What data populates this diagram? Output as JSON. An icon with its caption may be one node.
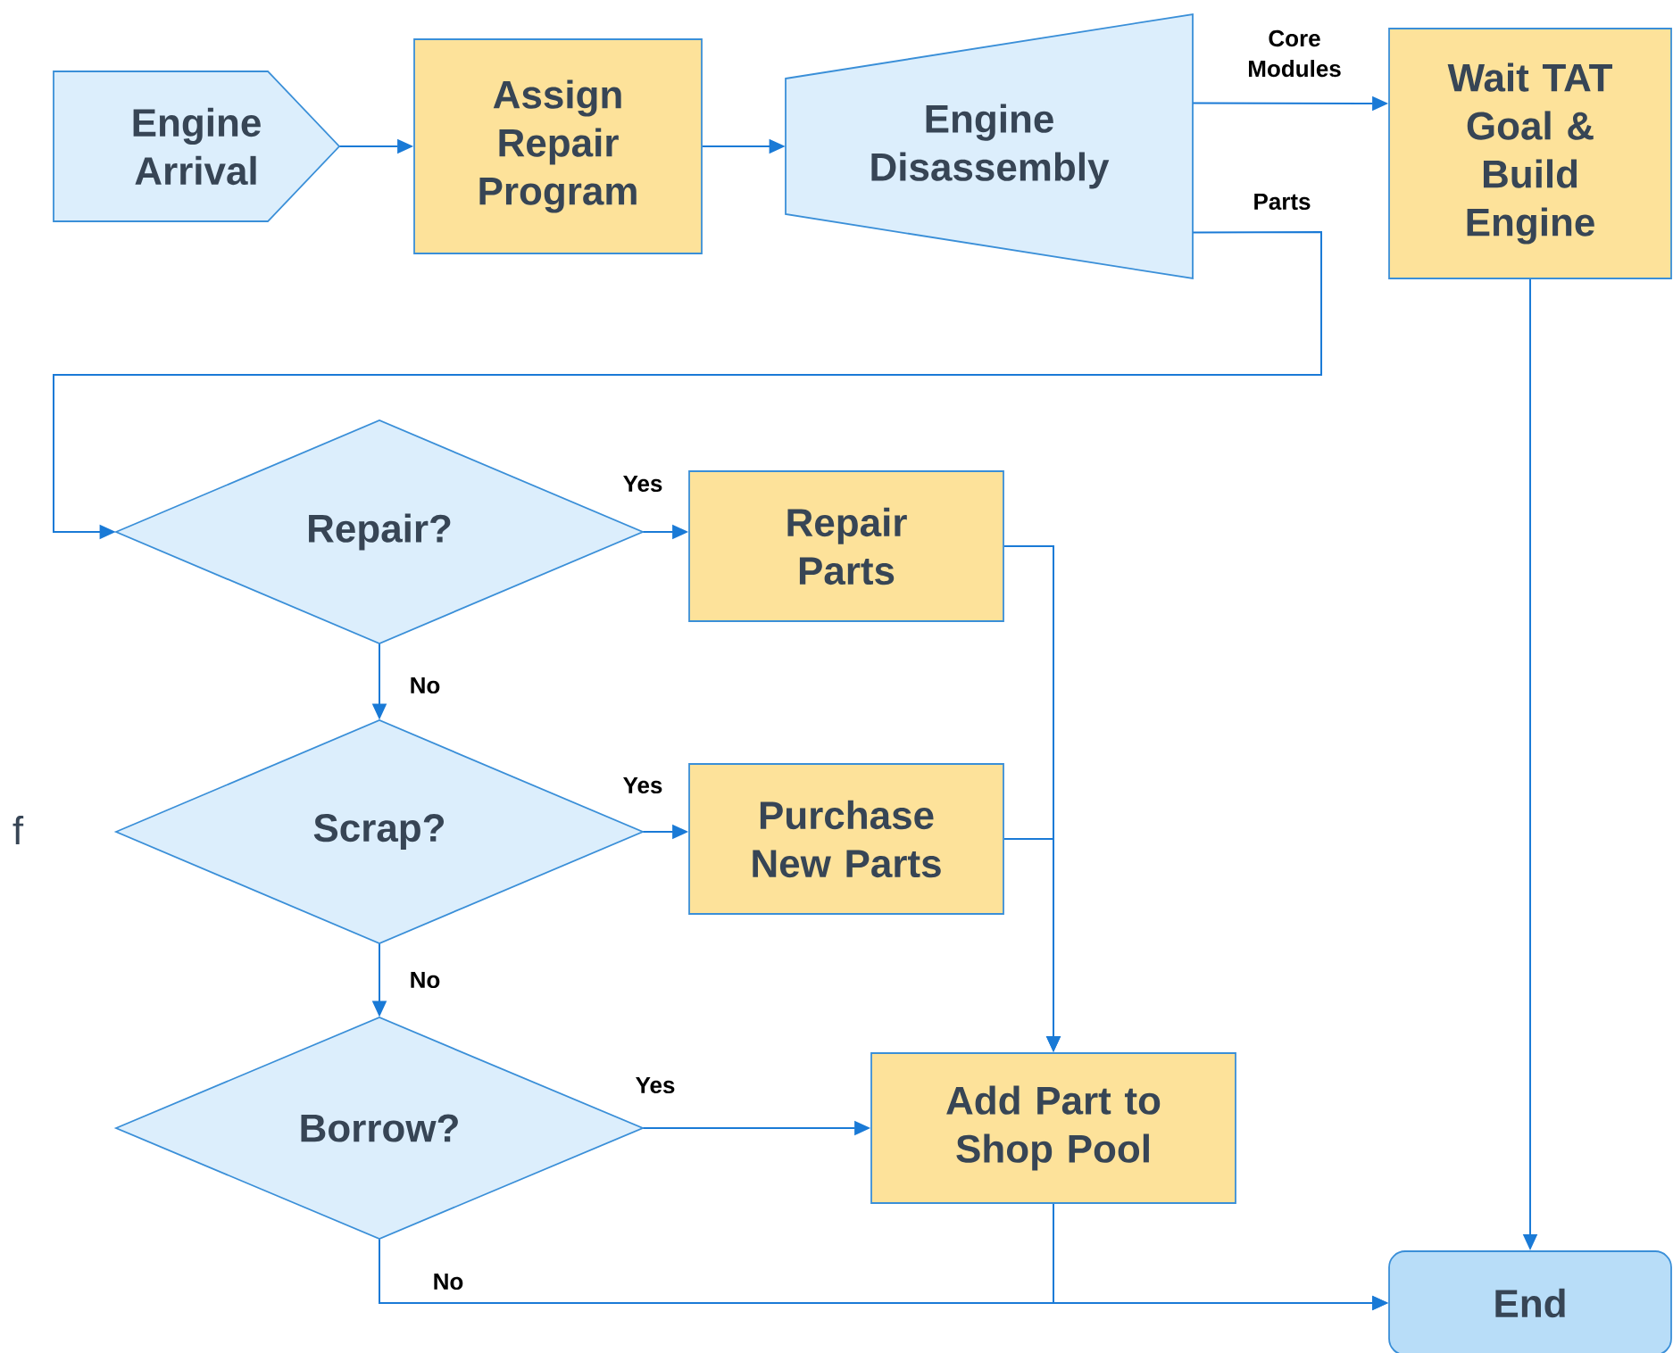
{
  "diagram": {
    "nodes": [
      {
        "text": [
          "Engine Arrival"
        ]
      },
      {
        "text": [
          "Assign Repair Program"
        ]
      },
      {
        "text": [
          "Engine Disassembly"
        ]
      },
      {
        "text": [
          "Wait TAT Goal & Build Engine"
        ]
      },
      {
        "text": [
          "Repair?"
        ]
      },
      {
        "text": [
          "Repair Parts"
        ]
      },
      {
        "text": [
          "Scrap?"
        ]
      },
      {
        "text": [
          "Purchase New Parts"
        ]
      },
      {
        "text": [
          "Borrow?"
        ]
      },
      {
        "text": [
          "Add Part to Shop Pool"
        ]
      },
      {
        "text": [
          "End"
        ]
      }
    ],
    "edges": [
      {
        "from": 0,
        "to": 1,
        "arrow": "to"
      },
      {
        "from": 1,
        "to": 2,
        "arrow": "to"
      },
      {
        "from": 2,
        "to": 3,
        "arrow": "to",
        "label": "Core Modules"
      },
      {
        "from": 2,
        "to": 4,
        "arrow": "to",
        "label": "Parts"
      },
      {
        "from": 4,
        "to": 5,
        "arrow": "to",
        "label": "Yes"
      },
      {
        "from": 4,
        "to": 6,
        "arrow": "to",
        "label": "No"
      },
      {
        "from": 6,
        "to": 7,
        "arrow": "to",
        "label": "Yes"
      },
      {
        "from": 6,
        "to": 8,
        "arrow": "to",
        "label": "No"
      },
      {
        "from": 8,
        "to": 9,
        "arrow": "to",
        "label": "Yes"
      },
      {
        "from": 5,
        "to": 9,
        "arrow": "to"
      },
      {
        "from": 7,
        "to": 9,
        "arrow": "to"
      },
      {
        "from": 8,
        "to": 10,
        "arrow": "to",
        "label": "No"
      },
      {
        "from": 9,
        "to": 10,
        "arrow": "to"
      },
      {
        "from": 3,
        "to": 10,
        "arrow": "to"
      }
    ],
    "labels": [
      "f"
    ]
  }
}
